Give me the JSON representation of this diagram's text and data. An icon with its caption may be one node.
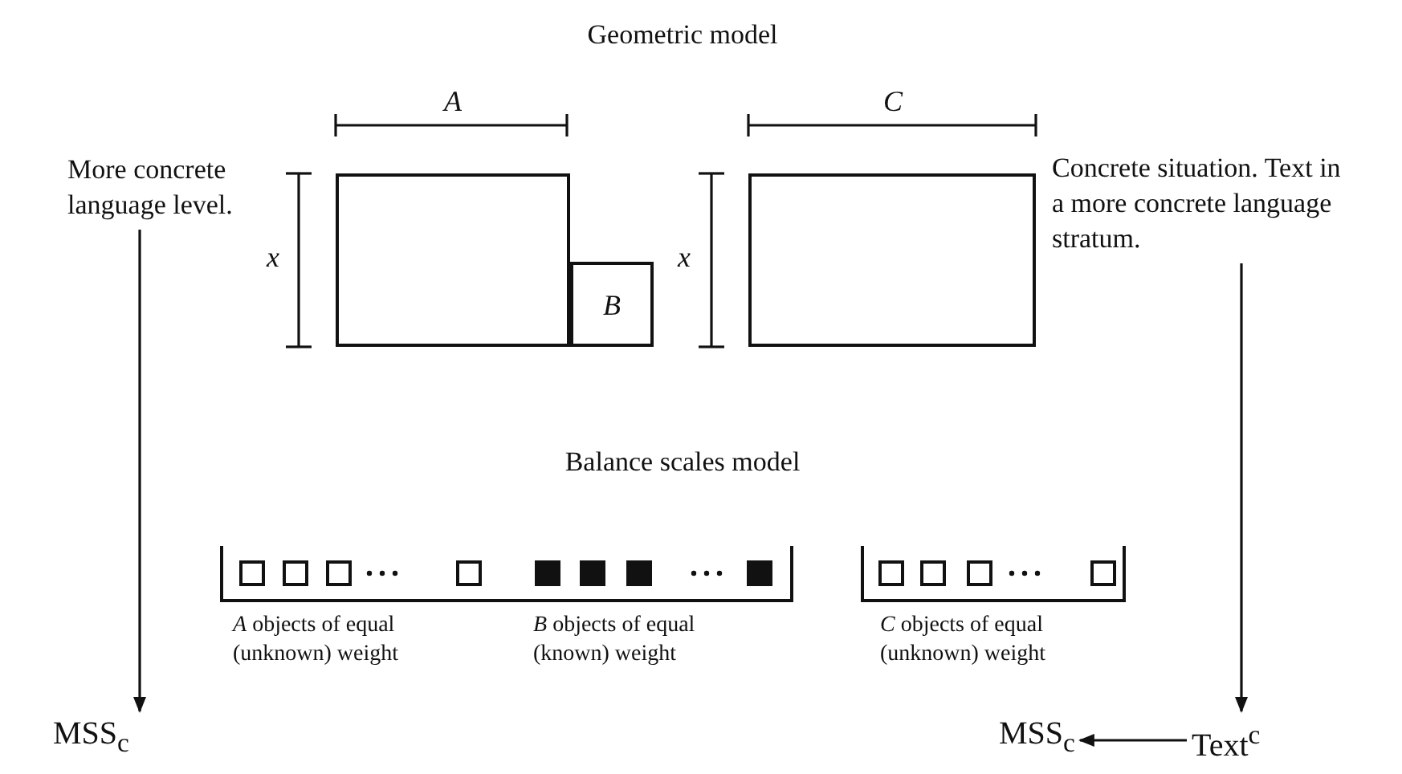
{
  "diagram": {
    "nodes": [
      {
        "text": [
          "More concrete language level."
        ]
      },
      {
        "text": [],
        "shape": "box"
      },
      {
        "text": [
          "B"
        ]
      },
      {
        "text": [],
        "shape": "box"
      },
      {
        "text": [
          "Concrete situation. Text in a more concrete language stratum."
        ]
      },
      {
        "text": [
          "MSS$_{c}$"
        ]
      },
      {
        "text": [
          "MSS$_{c}$"
        ]
      },
      {
        "text": [
          "Text$^{c}$"
        ]
      }
    ],
    "edges": [
      {
        "from": 0,
        "to": 5,
        "arrow": "to"
      },
      {
        "from": 4,
        "to": 7,
        "arrow": "to"
      },
      {
        "from": 7,
        "to": 6,
        "arrow": "to"
      }
    ],
    "labels": [
      "Geometric model",
      "A",
      "C",
      "x",
      "x",
      "Balance scales model",
      "*A* objects of equal (unknown) weight",
      "*B* objects of equal (known) weight",
      "*C* objects of equal (unknown) weight"
    ]
  }
}
